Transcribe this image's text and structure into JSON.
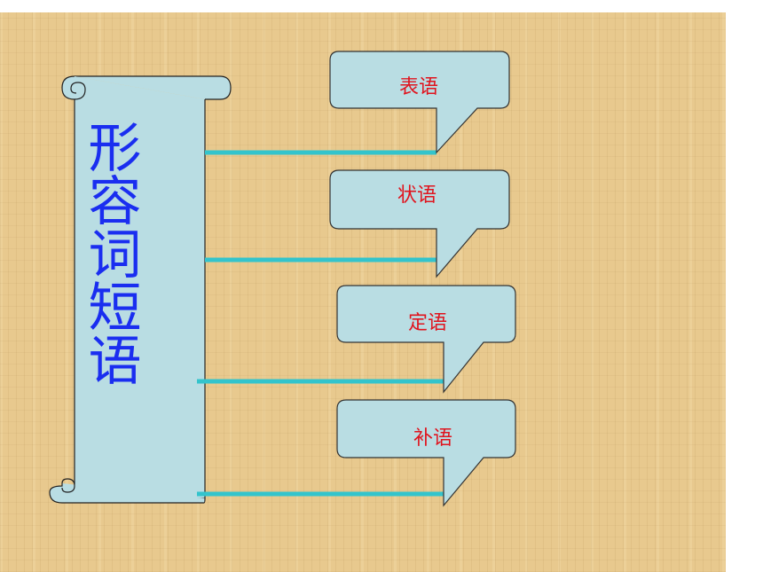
{
  "scroll": {
    "title": "形容词短语"
  },
  "callouts": [
    {
      "label": "表语"
    },
    {
      "label": "状语"
    },
    {
      "label": "定语"
    },
    {
      "label": "补语"
    }
  ],
  "colors": {
    "title_text": "#1a2ef0",
    "callout_text": "#e0141e",
    "scroll_fill": "#b9dde3",
    "connector": "#33c4cc",
    "background": "#e8c98e"
  }
}
